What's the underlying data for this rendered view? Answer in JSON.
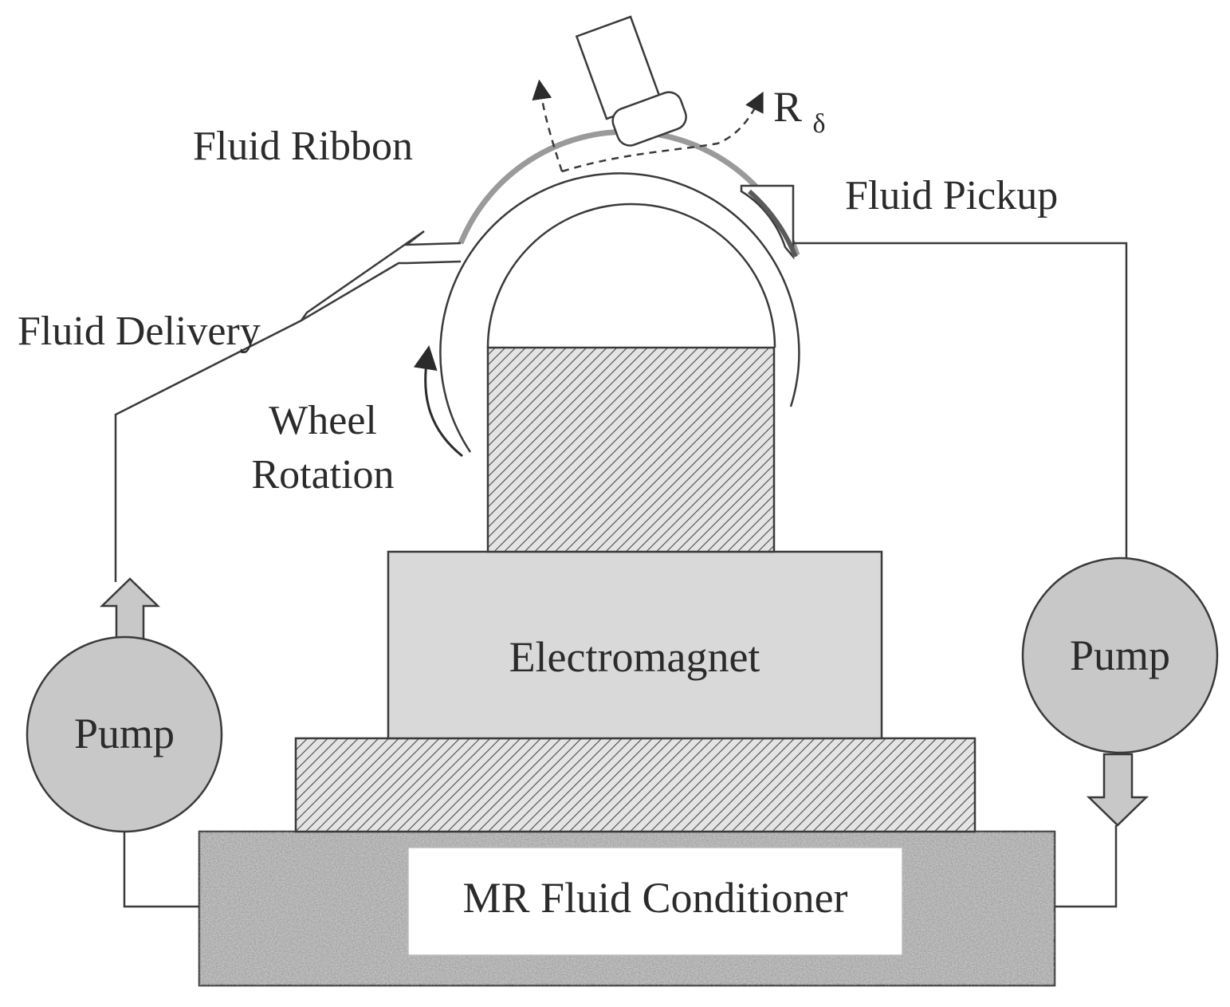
{
  "labels": {
    "fluid_ribbon": "Fluid Ribbon",
    "fluid_pickup": "Fluid Pickup",
    "fluid_delivery": "Fluid Delivery",
    "wheel_rotation_line1": "Wheel",
    "wheel_rotation_line2": "Rotation",
    "r_delta_main": "R",
    "r_delta_sub": "δ",
    "electromagnet": "Electromagnet",
    "pump_left": "Pump",
    "pump_right": "Pump",
    "conditioner": "MR Fluid Conditioner"
  },
  "colors": {
    "background": "#ffffff",
    "line": "#3a3a3a",
    "pump_fill": "#c8c8c8",
    "electromagnet_fill": "#d8d8d8",
    "hatch_fill": "#e6e6e6",
    "ribbon": "#9a9a9a",
    "conditioner_fill": "#bdbdbd"
  }
}
